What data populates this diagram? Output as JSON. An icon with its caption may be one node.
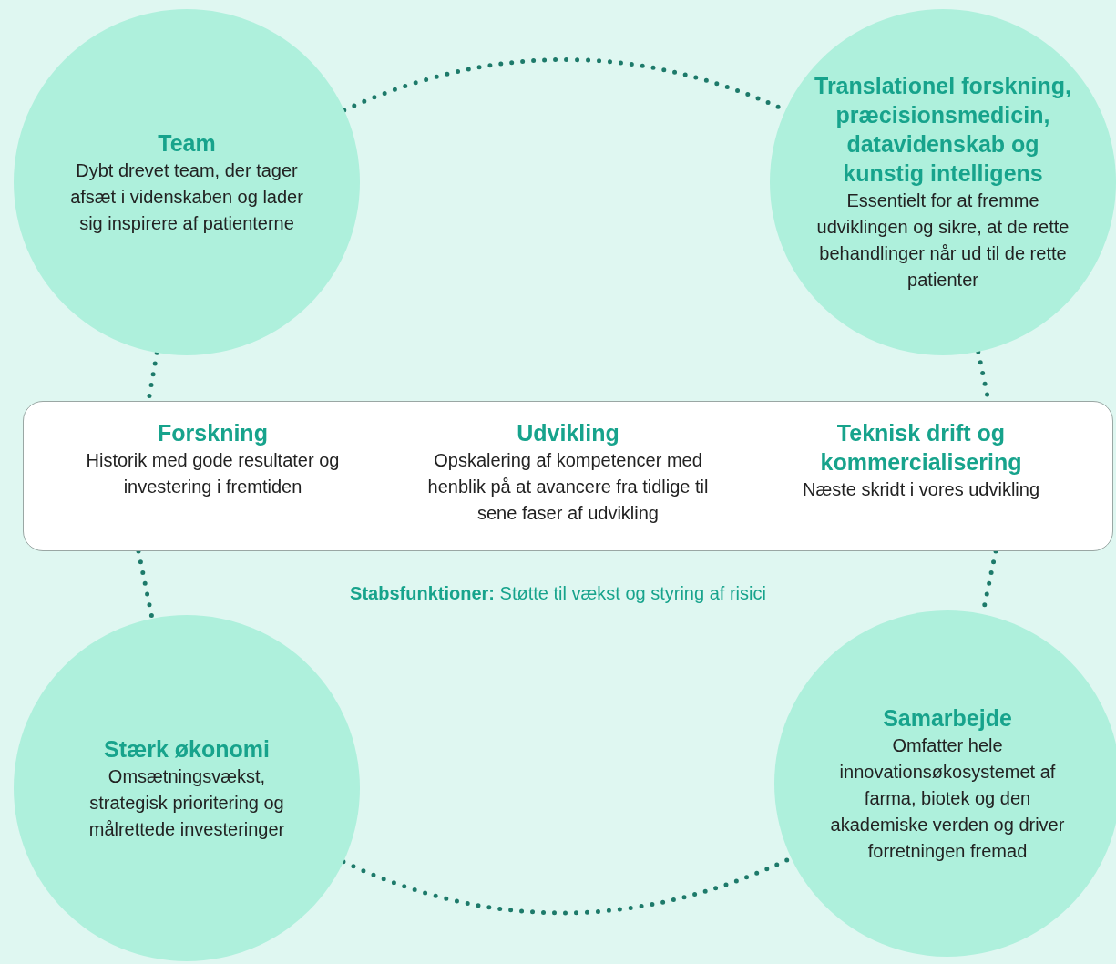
{
  "diagram": {
    "nodes": [
      {
        "text": [
          "Team",
          "Dybt drevet team, der tager afsæt i videnskaben og lader sig inspirere af patienterne"
        ]
      },
      {
        "text": [
          "Translationel forskning, præcisionsmedicin, datavidenskab og kunstig intelligens",
          "Essentielt for at fremme udviklingen og sikre, at de rette behandlinger når ud til de rette patienter"
        ]
      },
      {
        "text": [
          "Forskning",
          "Historik med gode resultater og investering i fremtiden",
          "Udvikling",
          "Opskalering af kompetencer med henblik på at avancere fra tidlige til sene faser af udvikling",
          "Teknisk drift og kommercialisering",
          "Næste skridt i vores udvikling"
        ]
      },
      {
        "text": [
          "Stærk økonomi",
          "Omsætningsvækst, strategisk prioritering og målrettede investeringer"
        ]
      },
      {
        "text": [
          "Samarbejde",
          "Omfatter hele innovationsøkosystemet af farma, biotek og den akademiske verden og driver forretningen fremad"
        ]
      }
    ],
    "edges": [
      {
        "from": 0,
        "to": 1,
        "arrow": "none",
        "style": "dashed"
      },
      {
        "from": 0,
        "to": 2,
        "arrow": "none",
        "style": "dashed"
      },
      {
        "from": 1,
        "to": 2,
        "arrow": "none",
        "style": "dashed"
      },
      {
        "from": 2,
        "to": 3,
        "arrow": "none",
        "style": "dashed"
      },
      {
        "from": 2,
        "to": 4,
        "arrow": "none",
        "style": "dashed"
      },
      {
        "from": 3,
        "to": 4,
        "arrow": "none",
        "style": "dashed"
      }
    ],
    "labels": [
      "**Stabsfunktioner:** Støtte til vækst og styring af risici"
    ]
  }
}
